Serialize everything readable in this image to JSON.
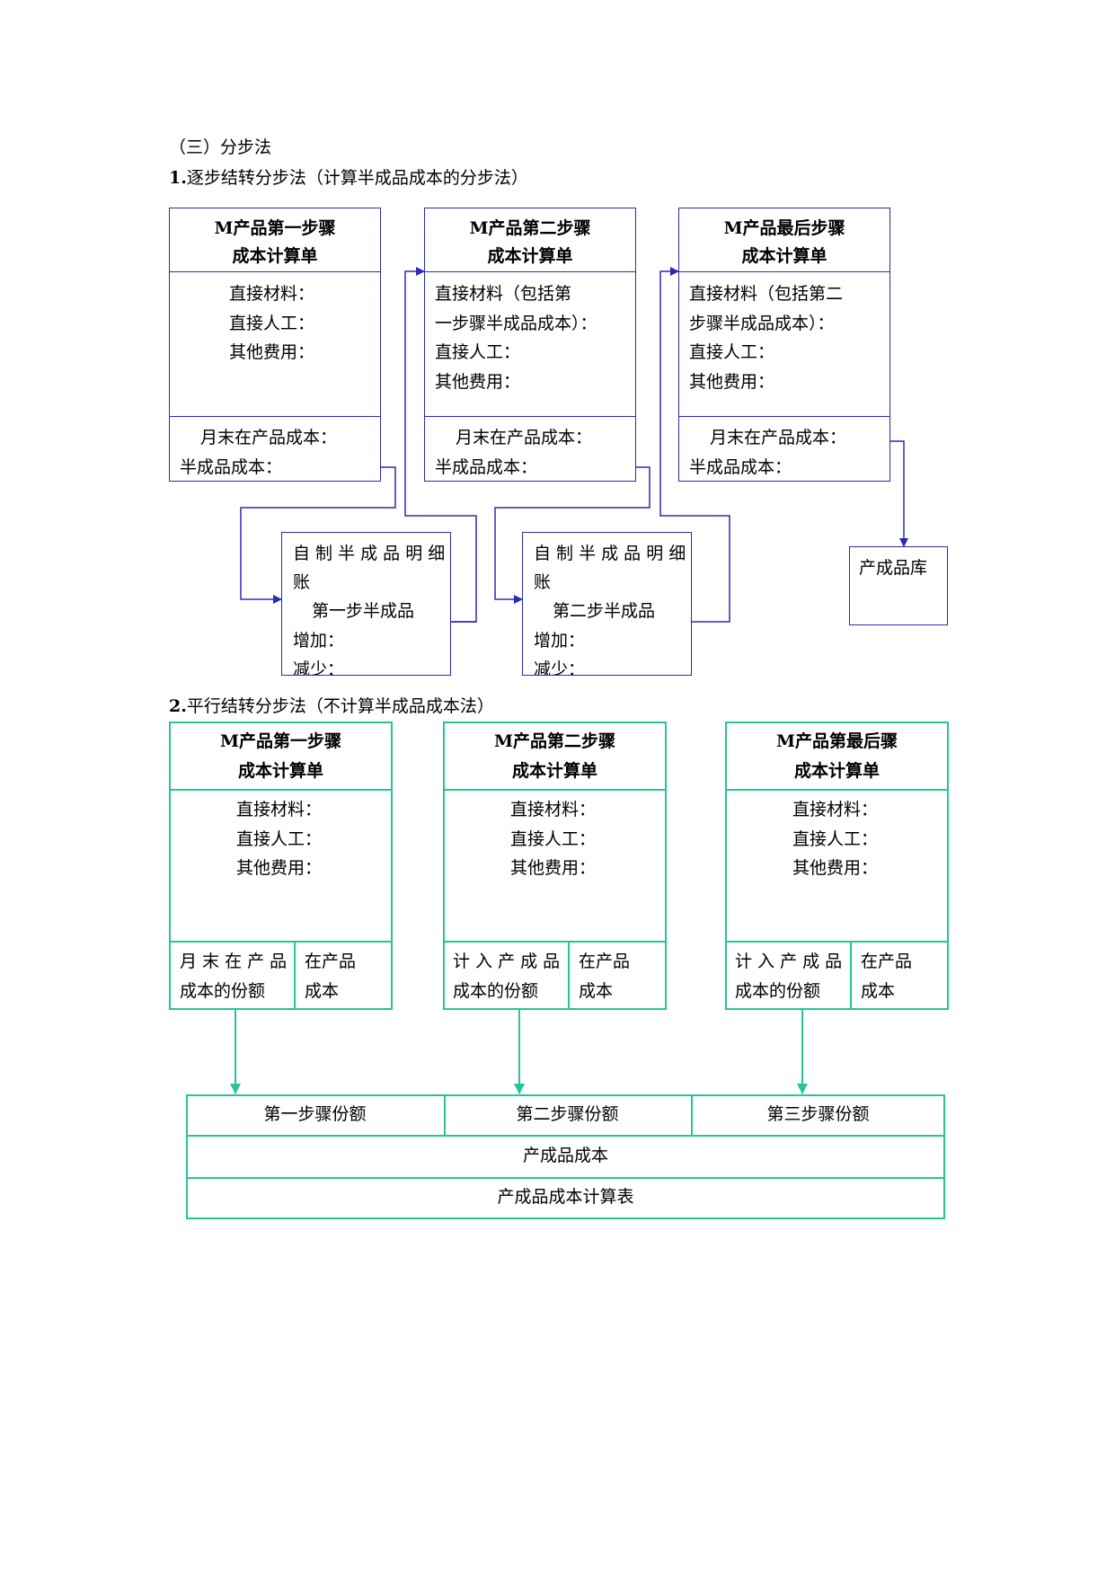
{
  "heading": "（三）分步法",
  "section1": {
    "title_num": "1.",
    "title": "逐步结转分步法（计算半成品成本的分步法）",
    "card1": {
      "title_line1": "M产品第一步骤",
      "title_line2": "成本计算单",
      "body": [
        "直接材料：",
        "直接人工：",
        "其他费用："
      ],
      "footer_line1": "月末在产品成本：",
      "footer_line2": "半成品成本："
    },
    "card2": {
      "title_line1": "M产品第二步骤",
      "title_line2": "成本计算单",
      "body": [
        "直接材料（包括第",
        "一步骤半成品成本）：",
        "直接人工：",
        "其他费用："
      ],
      "footer_line1": "月末在产品成本：",
      "footer_line2": "半成品成本："
    },
    "card3": {
      "title_line1": "M产品最后步骤",
      "title_line2": "成本计算单",
      "body": [
        "直接材料（包括第二",
        "步骤半成品成本）：",
        "直接人工：",
        "其他费用："
      ],
      "footer_line1": "月末在产品成本：",
      "footer_line2": "半成品成本："
    },
    "ledger1": {
      "line1": "自 制 半 成 品 明 细",
      "line2": "账",
      "line3": "第一步半成品",
      "line4": "增加：",
      "line5": "减少："
    },
    "ledger2": {
      "line1": "自 制 半 成 品 明 细",
      "line2": "账",
      "line3": "第二步半成品",
      "line4": "增加：",
      "line5": "减少："
    },
    "warehouse": "产成品库"
  },
  "section2": {
    "title_num": "2.",
    "title": "平行结转分步法（不计算半成品成本法）",
    "card1": {
      "title_line1": "M产品第一步骤",
      "title_line2": "成本计算单",
      "body": [
        "直接材料：",
        "直接人工：",
        "其他费用："
      ],
      "left_line1": "月 末 在 产 品",
      "left_line2": "成本的份额",
      "right_line1": "在产品",
      "right_line2": "成本"
    },
    "card2": {
      "title_line1": "M产品第二步骤",
      "title_line2": "成本计算单",
      "body": [
        "直接材料：",
        "直接人工：",
        "其他费用："
      ],
      "left_line1": "计 入 产 成 品",
      "left_line2": "成本的份额",
      "right_line1": "在产品",
      "right_line2": "成本"
    },
    "card3": {
      "title_line1": "M产品第最后骤",
      "title_line2": "成本计算单",
      "body": [
        "直接材料：",
        "直接人工：",
        "其他费用："
      ],
      "left_line1": "计 入 产 成 品",
      "left_line2": "成本的份额",
      "right_line1": "在产品",
      "right_line2": "成本"
    },
    "table": {
      "row1": [
        "第一步骤份额",
        "第二步骤份额",
        "第三步骤份额"
      ],
      "row2": "产成品成本",
      "row3": "产成品成本计算表"
    }
  },
  "colors": {
    "blue_line": "#2a2ab8",
    "green_line": "#27c49a"
  }
}
